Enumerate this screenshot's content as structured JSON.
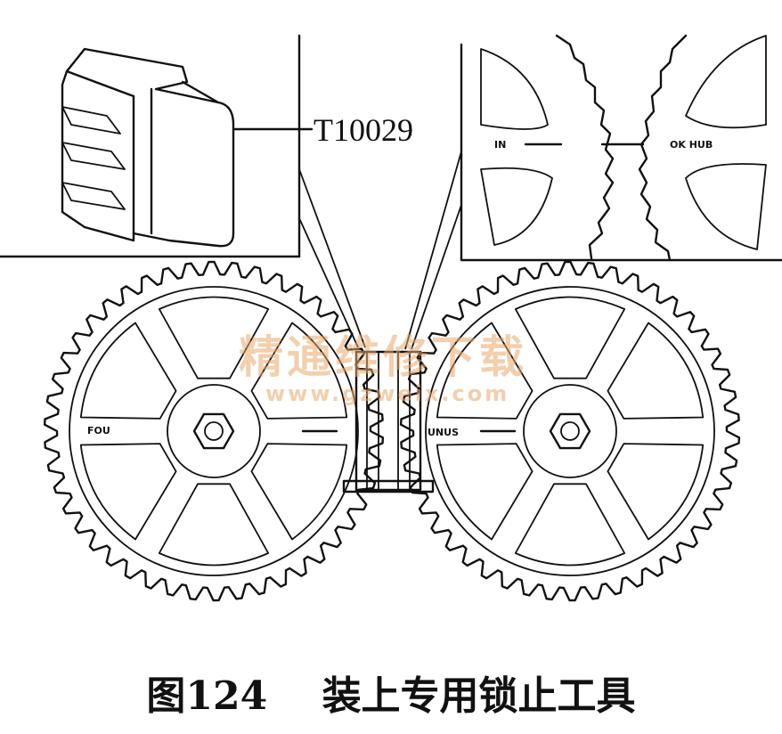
{
  "callout_label": "T10029",
  "caption": {
    "number": "图124",
    "gap": "    ",
    "text": "装上专用锁止工具"
  },
  "watermark": {
    "line1": "精通维修下载",
    "line2": "www.gzweix.com",
    "color": "#e8a76a"
  },
  "gear_marks": {
    "left_inset": "IN",
    "right_inset": "OK HUB",
    "left_gear_left": "FOU",
    "right_gear_left": "UNUS"
  }
}
